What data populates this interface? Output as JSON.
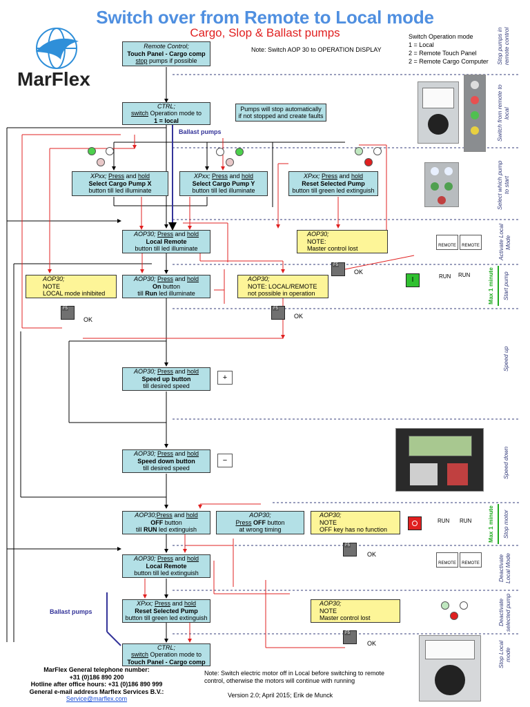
{
  "title": "Switch over from Remote to Local mode",
  "subtitle": "Cargo, Slop & Ballast pumps",
  "note_top": "Note: Switch AOP 30 to OPERATION DISPLAY",
  "modes": {
    "heading": "Switch Operation mode",
    "items": [
      "1 = Local",
      "2 = Remote Touch Panel",
      "2 = Remote Cargo Computer"
    ]
  },
  "logo_text": "MarFlex",
  "boxes": {
    "remote_control": {
      "l1": "Remote Control;",
      "l2": "Touch Panel - Cargo comp",
      "l3a": "stop",
      "l3b": " pumps if possible"
    },
    "ctrl1": {
      "l1": "CTRL;",
      "l2a": "switch",
      "l2b": " Operation mode to",
      "l3": "1 = local"
    },
    "auto_stop": {
      "l1": "Pumps will stop automatically",
      "l2": "if not stopped and create faults"
    },
    "sel_x": {
      "l1a": "XPxx; ",
      "l1b": "Press",
      "l1c": " and ",
      "l1d": "hold",
      "l2": "Select Cargo Pump X",
      "l3": "button till led illuminate"
    },
    "sel_y": {
      "l1a": "XPxx; ",
      "l1b": "Press",
      "l1c": " and ",
      "l1d": "hold",
      "l2": "Select Cargo Pump Y",
      "l3": "button till led illuminate"
    },
    "reset1": {
      "l1a": "XPxx; ",
      "l1b": "Press",
      "l1c": " and ",
      "l1d": "hold",
      "l2": "Reset Selected Pump",
      "l3": "button till green led extinguish"
    },
    "local_remote1": {
      "l1a": "AOP30; ",
      "l1b": "Press",
      "l1c": " and ",
      "l1d": "hold",
      "l2": "Local Remote",
      "l3": "button till led illuminate"
    },
    "note_master1": {
      "l1": "AOP30;",
      "l2": "NOTE:",
      "l3": "Master control lost"
    },
    "note_inhibited": {
      "l1": "AOP30;",
      "l2": "NOTE",
      "l3": "LOCAL mode inhibited"
    },
    "on_button": {
      "l1a": "AOP30; ",
      "l1b": "Press",
      "l1c": " and ",
      "l1d": "hold",
      "l2": "On",
      "l2b": " button",
      "l3a": "till ",
      "l3b": "Run",
      "l3c": " led illuminate"
    },
    "note_local_remote": {
      "l1": "AOP30;",
      "l2": "NOTE: LOCAL/REMOTE",
      "l3": "not possible in operation"
    },
    "speed_up": {
      "l1a": "AOP30; ",
      "l1b": "Press",
      "l1c": " and ",
      "l1d": "hold",
      "l2": "Speed up button",
      "l3": "till desired speed"
    },
    "speed_down": {
      "l1a": "AOP30; ",
      "l1b": "Press",
      "l1c": " and ",
      "l1d": "hold",
      "l2": "Speed down button",
      "l3": "till desired speed"
    },
    "off_button": {
      "l1a": "AOP30;",
      "l1b": "Press",
      "l1c": " and ",
      "l1d": "hold",
      "l2": "OFF",
      "l2b": " button",
      "l3a": "till ",
      "l3b": "RUN",
      "l3c": " led extinguish"
    },
    "off_wrong": {
      "l1": "AOP30;",
      "l2a": "Press",
      "l2b": " OFF",
      "l2c": " button",
      "l3": "at wrong timing"
    },
    "note_off": {
      "l1": "AOP30;",
      "l2": "NOTE",
      "l3": "OFF key has no function"
    },
    "local_remote2": {
      "l1a": "AOP30; ",
      "l1b": "Press",
      "l1c": " and ",
      "l1d": "hold",
      "l2": "Local Remote",
      "l3": "button till led extinguish"
    },
    "reset2": {
      "l1a": "XPxx; ",
      "l1b": "Press",
      "l1c": " and ",
      "l1d": "hold",
      "l2": "Reset Selected Pump",
      "l3": "button till green led extinguish"
    },
    "note_master2": {
      "l1": "AOP30;",
      "l2": "NOTE",
      "l3": "Master control lost"
    },
    "ctrl2": {
      "l1": "CTRL;",
      "l2a": "switch",
      "l2b": " Operation mode to",
      "l3": "Touch Panel - Cargo comp"
    }
  },
  "ballast_pumps": "Ballast pumps",
  "fkey_label": "F5",
  "ok_label": "OK",
  "side_labels": {
    "stop_remote": "Stop pumps in remote control",
    "switch_local": "Switch from remote to local",
    "select_pump": "Select which pump to start",
    "activate_local": "Activate Local Mode",
    "start_pump": "Start pump",
    "max1": "Max 1 minute",
    "speed_up": "Speed up",
    "speed_down": "Speed down",
    "stop_motor": "Stop motor",
    "max2": "Max 1 minute",
    "deactivate_local": "Deactivate Local Mode",
    "deactivate_pump": "Deactivate selected pump",
    "stop_local": "Stop Local mode"
  },
  "panel_labels": {
    "remote": "REMOTE",
    "run": "RUN",
    "on": "I"
  },
  "footer": {
    "l1": "MarFlex General telephone number:",
    "l2": "+31 (0)186 890 200",
    "l3": "Hotline after office hours: +31 (0)186 890 999",
    "l4": "General e-mail address Marflex Services B.V.:",
    "l5": "Service@marflex.com"
  },
  "note_bottom": "Note: Switch electric motor off in Local before switching to remote control, otherwise the motors will continue with running",
  "version": "Version 2.0; April 2015; Erik de Munck",
  "colors": {
    "box_blue": "#b3e0e6",
    "box_yellow": "#fdf598",
    "arrow_red": "#e02020",
    "title_blue": "#4f8fe0",
    "side_text": "#333b7a",
    "ballast_blue": "#333399"
  }
}
